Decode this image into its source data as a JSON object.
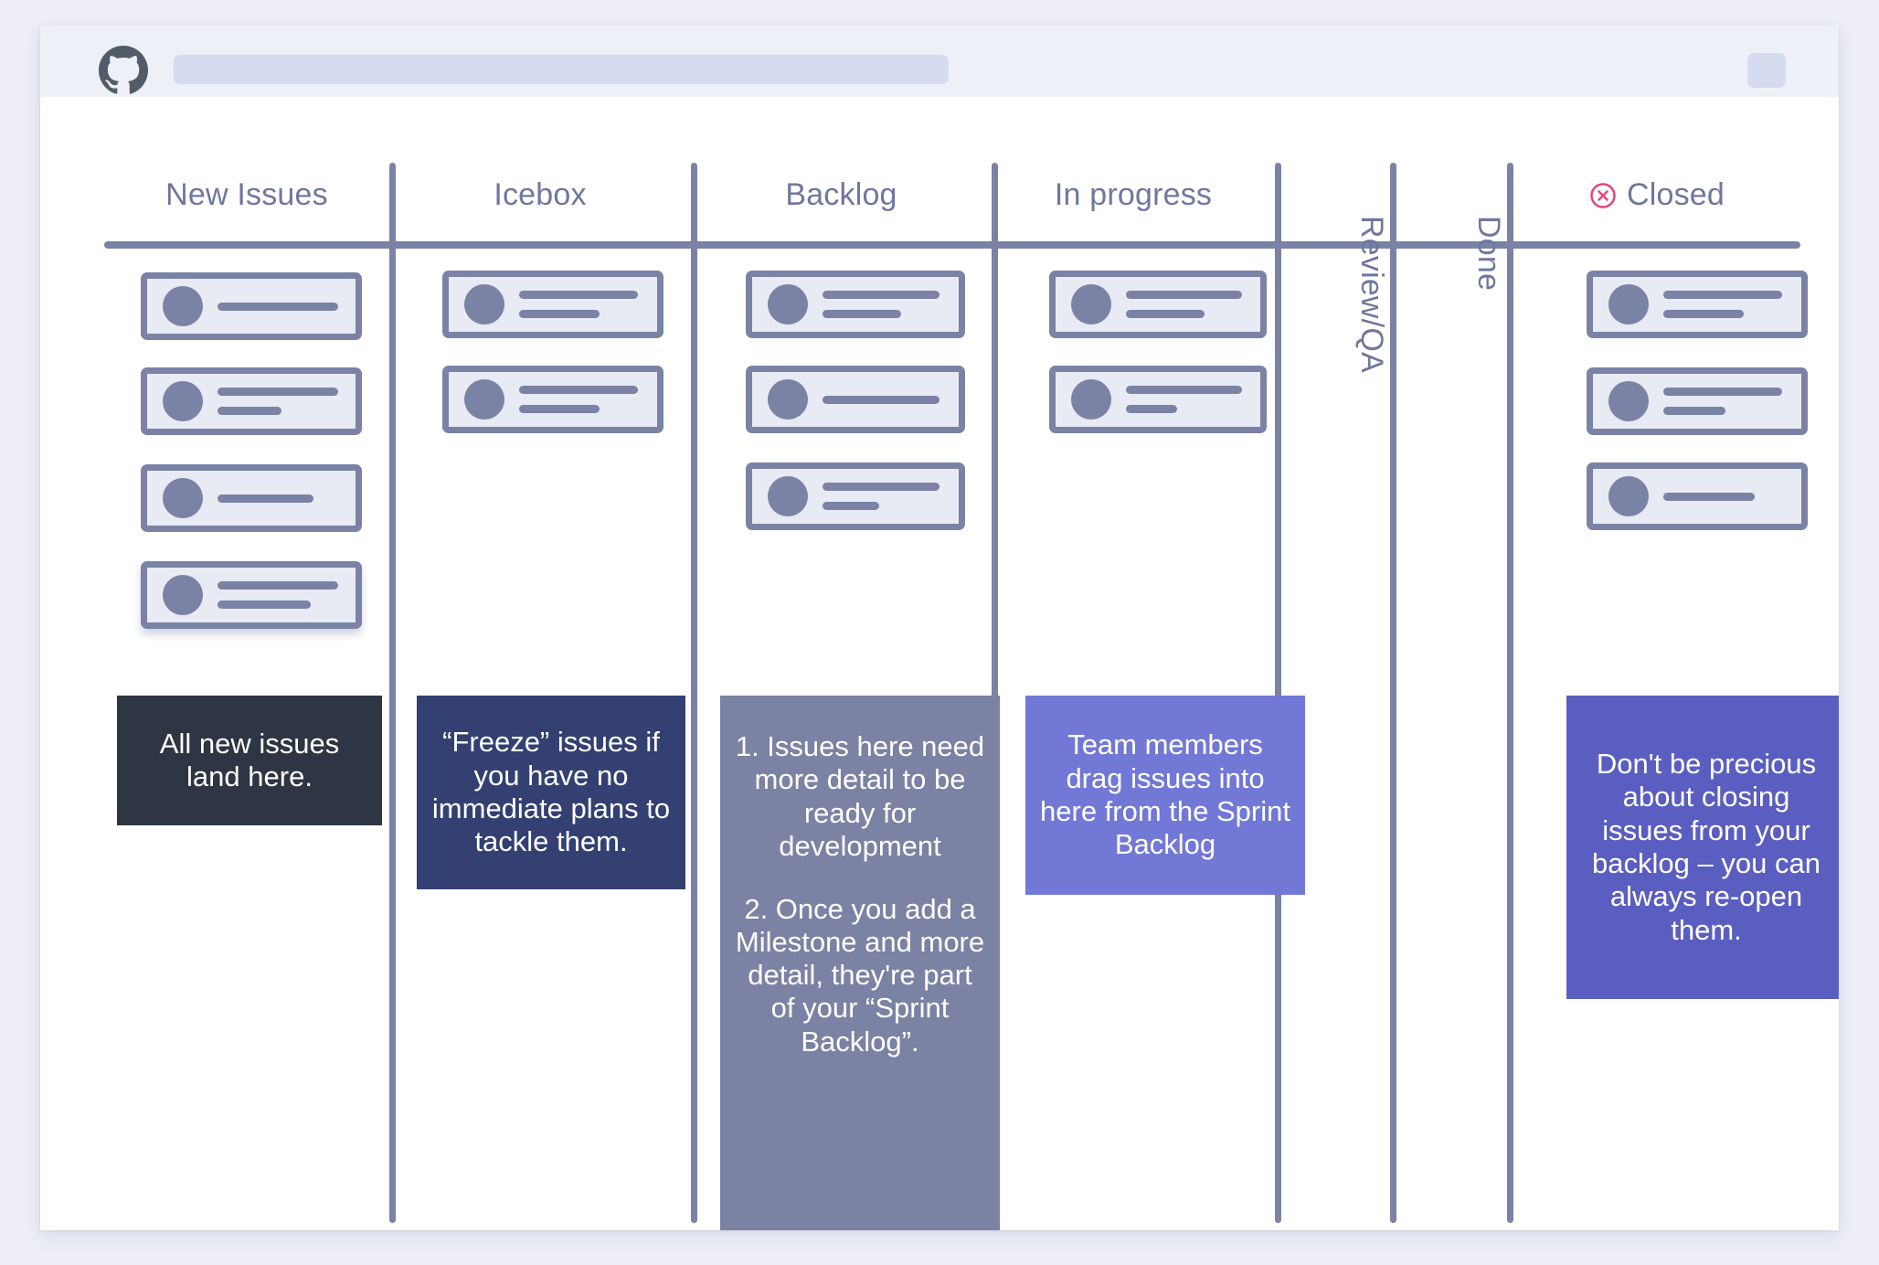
{
  "topbar": {
    "logo_icon": "github-octocat-icon",
    "url_value": "",
    "url_placeholder": "",
    "avatar_label": ""
  },
  "board": {
    "columns": [
      {
        "id": "new-issues",
        "label": "New Issues",
        "orientation": "horizontal",
        "icon": null,
        "cards": [
          {
            "lines": [
              180
            ]
          },
          {
            "lines": [
              180,
              96
            ]
          },
          {
            "lines": [
              143
            ]
          },
          {
            "lines": [
              180,
              139
            ]
          }
        ],
        "note": {
          "bg": "#2d3642",
          "paragraphs": [
            "All new issues land here."
          ]
        }
      },
      {
        "id": "icebox",
        "label": "Icebox",
        "orientation": "horizontal",
        "icon": null,
        "cards": [
          {
            "lines": [
              150,
              107
            ]
          },
          {
            "lines": [
              150,
              107
            ]
          }
        ],
        "note": {
          "bg": "#334071",
          "paragraphs": [
            "“Freeze” issues if you have no immediate plans to tackle them."
          ]
        }
      },
      {
        "id": "backlog",
        "label": "Backlog",
        "orientation": "horizontal",
        "icon": null,
        "cards": [
          {
            "lines": [
              148,
              103
            ]
          },
          {
            "lines": [
              148
            ]
          },
          {
            "lines": [
              148,
              73
            ]
          }
        ],
        "note": {
          "bg": "#7b82a3",
          "paragraphs": [
            "1. Issues here need more detail to be ready for development",
            "2. Once you add a Milestone and more detail, they're part of your “Sprint Backlog”."
          ]
        }
      },
      {
        "id": "in-progress",
        "label": "In progress",
        "orientation": "horizontal",
        "icon": null,
        "cards": [
          {
            "lines": [
              146,
              103
            ]
          },
          {
            "lines": [
              146,
              66
            ]
          }
        ],
        "note": {
          "bg": "#7178d6",
          "paragraphs": [
            "Team members drag issues into here from the Sprint Backlog"
          ]
        }
      },
      {
        "id": "review-qa",
        "label": "Review/QA",
        "orientation": "vertical",
        "icon": null,
        "cards": [],
        "note": null
      },
      {
        "id": "done",
        "label": "Done",
        "orientation": "vertical",
        "icon": null,
        "cards": [],
        "note": null
      },
      {
        "id": "closed",
        "label": "Closed",
        "orientation": "horizontal",
        "icon": "closed-issue-icon",
        "icon_color": "#e5467e",
        "cards": [
          {
            "lines": [
              150,
              107
            ]
          },
          {
            "lines": [
              150,
              82
            ]
          },
          {
            "lines": [
              117
            ]
          }
        ],
        "note": {
          "bg": "#5a5ec0",
          "paragraphs": [
            "Don't be precious about closing issues from your backlog – you can always re-open them."
          ]
        }
      }
    ]
  },
  "colors": {
    "page_bg": "#edeef7",
    "panel_bg": "#ffffff",
    "topbar_bg": "#eef0f7",
    "rule": "#7a82a5",
    "card_fill": "#e8eaf4",
    "title_text": "#6f779d",
    "closed_accent": "#e5467e"
  }
}
